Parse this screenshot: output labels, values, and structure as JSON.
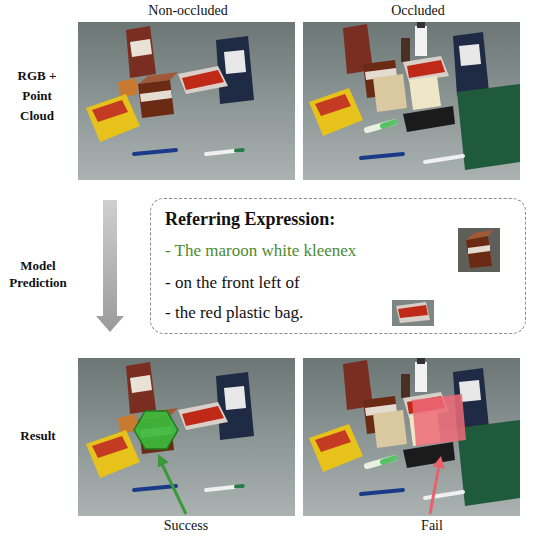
{
  "diagram": {
    "nodes": [
      {
        "text": [
          "Referring Expression:",
          "- The maroon white kleenex",
          "- on the front left of",
          "- the red plastic bag."
        ]
      }
    ],
    "labels": [
      "Non-occluded",
      "Occluded",
      "RGB + Point Cloud",
      "Model Prediction",
      "Result",
      "Success",
      "Fail"
    ]
  }
}
